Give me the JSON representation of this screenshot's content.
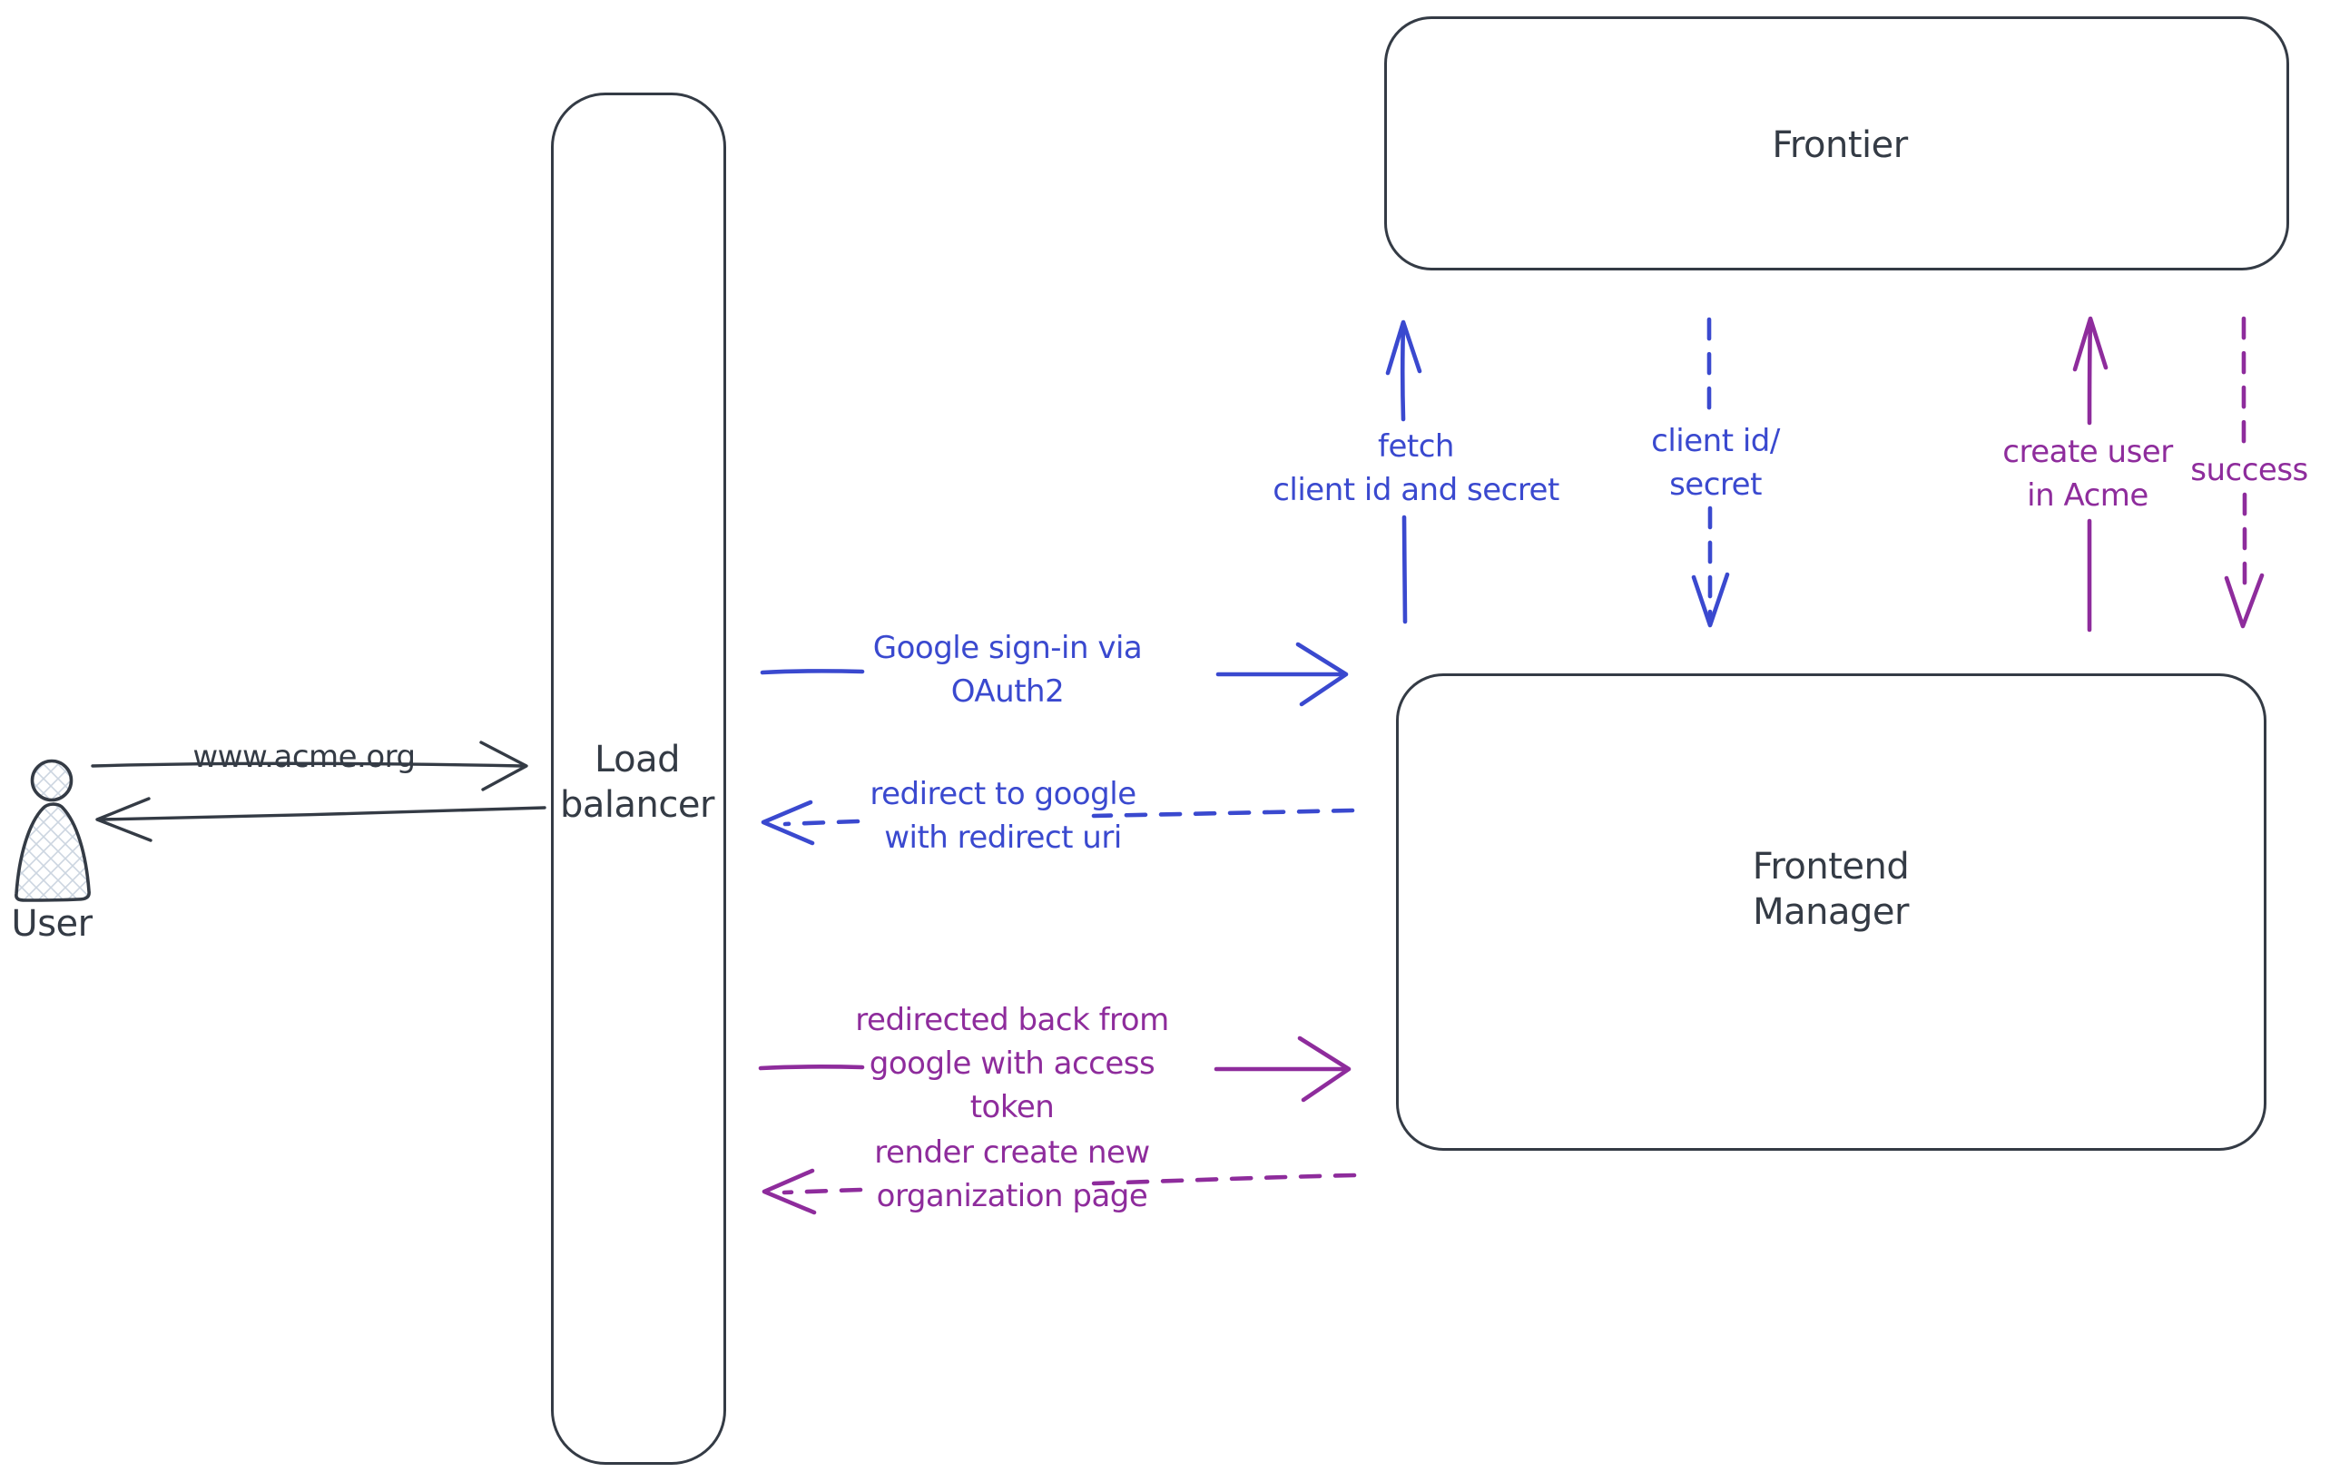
{
  "colors": {
    "ink": "#343b45",
    "blue": "#3a49cf",
    "purple": "#8e2c9c",
    "hatch": "#ccd5e0"
  },
  "nodes": {
    "user": {
      "label": "User"
    },
    "load_balancer": {
      "lines": [
        "Load",
        "balancer"
      ]
    },
    "frontier": {
      "label": "Frontier"
    },
    "frontend_manager": {
      "lines": [
        "Frontend",
        "Manager"
      ]
    }
  },
  "messages": {
    "www_acme": {
      "text": "www.acme.org"
    },
    "google_signin": {
      "lines": [
        "Google sign-in via",
        "OAuth2"
      ]
    },
    "redirect_google": {
      "lines": [
        "redirect to google",
        "with redirect uri"
      ]
    },
    "redirected_back": {
      "lines": [
        "redirected back from",
        "google with access",
        "token"
      ]
    },
    "render_page": {
      "lines": [
        "render create new",
        "organization page"
      ]
    },
    "fetch_creds": {
      "lines": [
        "fetch",
        "client id and secret"
      ]
    },
    "client_creds": {
      "lines": [
        "client id/",
        "secret"
      ]
    },
    "create_user": {
      "lines": [
        "create user",
        "in Acme"
      ]
    },
    "success": {
      "text": "success"
    }
  }
}
